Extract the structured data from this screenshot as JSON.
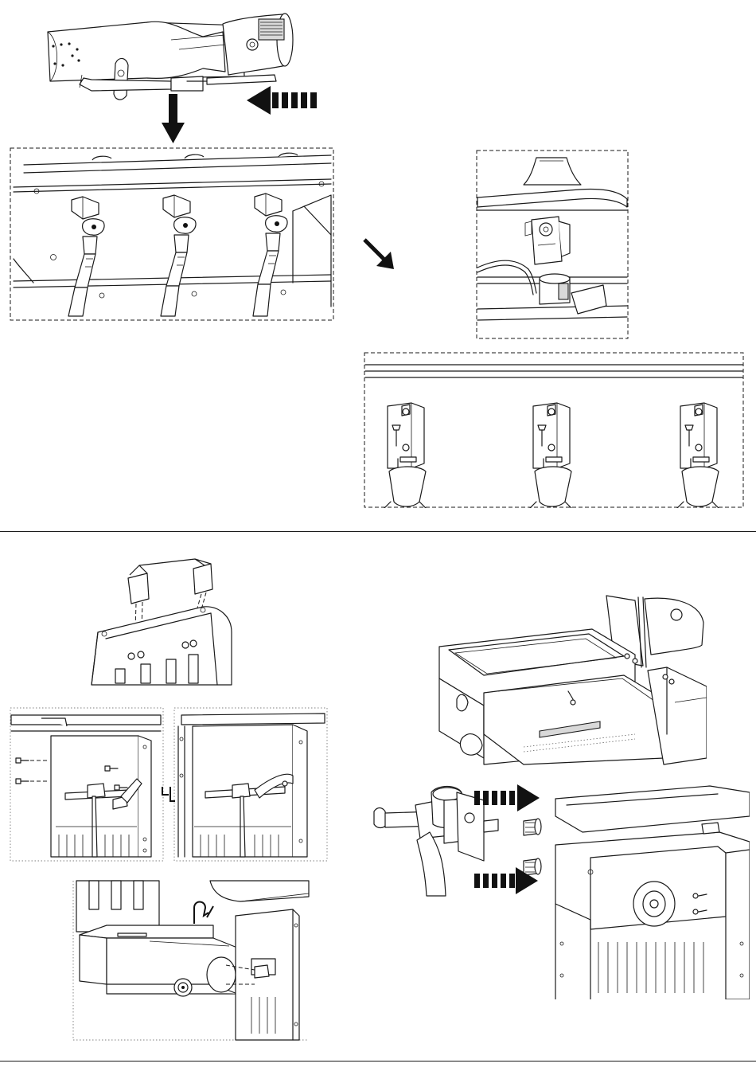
{
  "page": {
    "background": "#ffffff",
    "line_color": "#1a1a1a"
  },
  "sections": [
    {
      "name": "igniter-electrode-installation",
      "panels": [
        "burner-tube-detail",
        "control-valve-row",
        "burner-bracket-closeup",
        "bracket-screw-row"
      ]
    },
    {
      "name": "side-burner-assembly",
      "panels": [
        "lid-handle-attachment",
        "side-panel-screws-left",
        "side-panel-screws-right",
        "side-burner-box-hanging",
        "side-burner-top-view",
        "side-burner-valve-connection"
      ]
    }
  ],
  "icons": [
    "down-arrow-icon",
    "left-dashed-arrow-icon",
    "diagonal-arrow-icon",
    "right-dashed-arrow-icon",
    "hook-icon",
    "step-symbol-icon"
  ]
}
